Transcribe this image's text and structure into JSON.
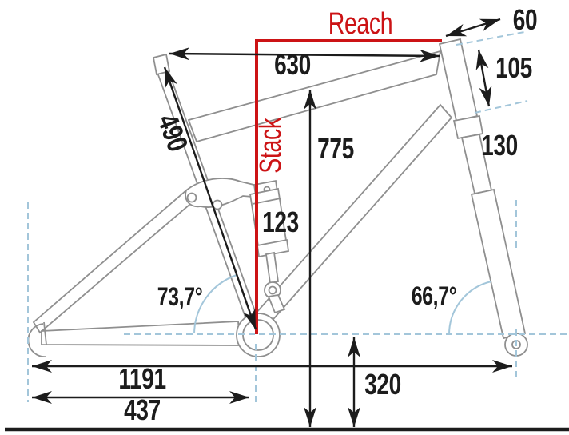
{
  "diagram": {
    "type": "full-suspension-bike-frame-geometry",
    "accent_color": "#cc1315",
    "frame_line_color": "#8f8f8f",
    "guide_line_color": "#a3c6da",
    "dimension_color": "#1c1c1c",
    "labels": {
      "reach": "Reach",
      "stack": "Stack"
    },
    "measurements": {
      "stem_length": "60",
      "head_tube_length": "105",
      "fork_segment": "130",
      "top_tube_length": "630",
      "seat_tube_length": "490",
      "seat_height": "775",
      "shock_length": "123",
      "seat_tube_angle": "73,7°",
      "head_tube_angle": "66,7°",
      "wheelbase": "1191",
      "chainstay_length": "437",
      "bb_height": "320"
    }
  }
}
